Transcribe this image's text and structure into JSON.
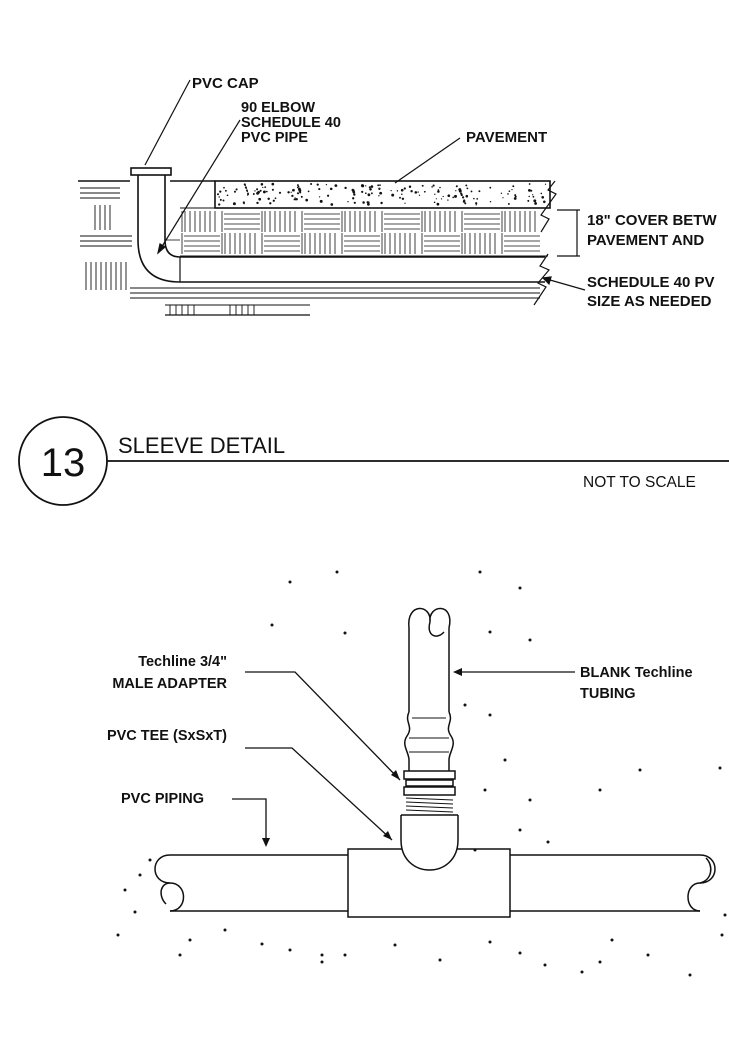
{
  "sleeve_detail": {
    "labels": {
      "pvc_cap": "PVC CAP",
      "elbow_line1": "90 ELBOW",
      "elbow_line2": "SCHEDULE 40",
      "elbow_line3": "PVC PIPE",
      "pavement": "PAVEMENT",
      "cover_line1": "18\" COVER BETW",
      "cover_line2": "PAVEMENT AND",
      "sched_line1": "SCHEDULE 40 PV",
      "sched_line2": "SIZE AS NEEDED"
    },
    "detail_number": "13",
    "title": "SLEEVE DETAIL",
    "scale_note": "NOT TO SCALE"
  },
  "techline_detail": {
    "labels": {
      "adapter_line1": "Techline 3/4\"",
      "adapter_line2": "MALE ADAPTER",
      "tee": "PVC TEE (SxSxT)",
      "piping": "PVC PIPING",
      "tubing_line1": "BLANK Techline",
      "tubing_line2": "TUBING"
    }
  }
}
